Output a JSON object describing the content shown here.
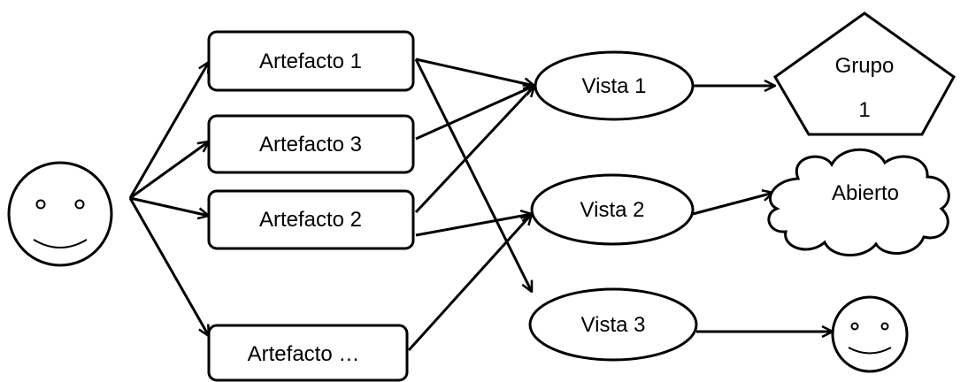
{
  "nodes": {
    "artefacto_1": "Artefacto 1",
    "artefacto_3": "Artefacto 3",
    "artefacto_2": "Artefacto 2",
    "artefacto_n": "Artefacto …",
    "vista_1": "Vista 1",
    "vista_2": "Vista 2",
    "vista_3": "Vista 3",
    "grupo_line1": "Grupo",
    "grupo_line2": "1",
    "abierto": "Abierto"
  },
  "icons": {
    "user": "smiley-face-icon",
    "recipient": "smiley-face-icon",
    "group": "pentagon-icon",
    "open": "cloud-icon"
  },
  "colors": {
    "stroke": "#000000",
    "fill": "#ffffff"
  }
}
